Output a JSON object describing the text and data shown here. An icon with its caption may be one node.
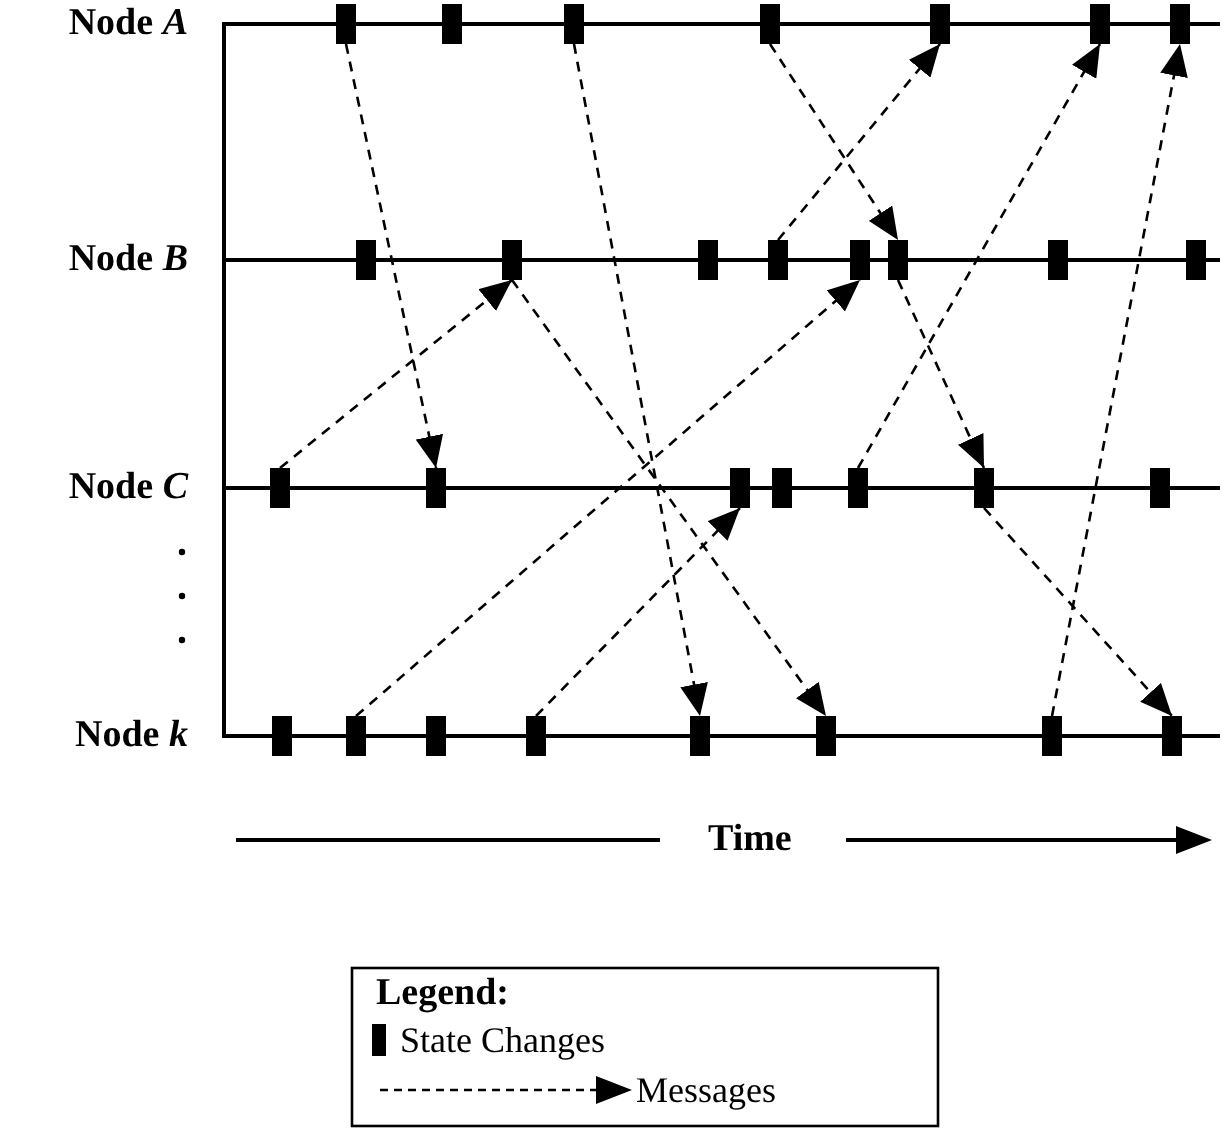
{
  "diagram": {
    "nodes": [
      {
        "text": [],
        "shape": "bar"
      },
      {
        "text": [],
        "shape": "bar"
      },
      {
        "text": [],
        "shape": "bar"
      },
      {
        "text": [],
        "shape": "bar"
      },
      {
        "text": [],
        "shape": "bar"
      },
      {
        "text": [],
        "shape": "bar"
      },
      {
        "text": [],
        "shape": "bar"
      },
      {
        "text": [],
        "shape": "bar"
      },
      {
        "text": [],
        "shape": "bar"
      },
      {
        "text": [],
        "shape": "bar"
      },
      {
        "text": [],
        "shape": "bar"
      },
      {
        "text": [],
        "shape": "bar"
      },
      {
        "text": [],
        "shape": "bar"
      },
      {
        "text": [],
        "shape": "bar"
      },
      {
        "text": [],
        "shape": "bar"
      },
      {
        "text": [],
        "shape": "bar"
      },
      {
        "text": [],
        "shape": "bar"
      },
      {
        "text": [],
        "shape": "bar"
      },
      {
        "text": [],
        "shape": "bar"
      },
      {
        "text": [],
        "shape": "bar"
      },
      {
        "text": [],
        "shape": "bar"
      },
      {
        "text": [],
        "shape": "bar"
      },
      {
        "text": [],
        "shape": "bar"
      },
      {
        "text": [],
        "shape": "bar"
      },
      {
        "text": [],
        "shape": "bar"
      },
      {
        "text": [],
        "shape": "bar"
      },
      {
        "text": [],
        "shape": "bar"
      },
      {
        "text": [],
        "shape": "bar"
      },
      {
        "text": [],
        "shape": "bar"
      },
      {
        "text": [],
        "shape": "bar"
      }
    ],
    "edges": [
      {
        "from": 0,
        "to": 16,
        "arrow": "to"
      },
      {
        "from": 2,
        "to": 26,
        "arrow": "to"
      },
      {
        "from": 3,
        "to": 12,
        "arrow": "to"
      },
      {
        "from": 10,
        "to": 4,
        "arrow": "to"
      },
      {
        "from": 19,
        "to": 5,
        "arrow": "to"
      },
      {
        "from": 28,
        "to": 6,
        "arrow": "to"
      },
      {
        "from": 15,
        "to": 8,
        "arrow": "to"
      },
      {
        "from": 8,
        "to": 27,
        "arrow": "to"
      },
      {
        "from": 23,
        "to": 11,
        "arrow": "to"
      },
      {
        "from": 25,
        "to": 17,
        "arrow": "to"
      },
      {
        "from": 12,
        "to": 20,
        "arrow": "to"
      },
      {
        "from": 20,
        "to": 29,
        "arrow": "to"
      }
    ],
    "labels": [
      "Node *A*",
      "Node *B*",
      "Node *C*",
      "Node *k*",
      "Time",
      "Legend:"
    ],
    "legend": [
      {
        "text": "State Changes"
      },
      {
        "text": "Messages"
      }
    ]
  }
}
